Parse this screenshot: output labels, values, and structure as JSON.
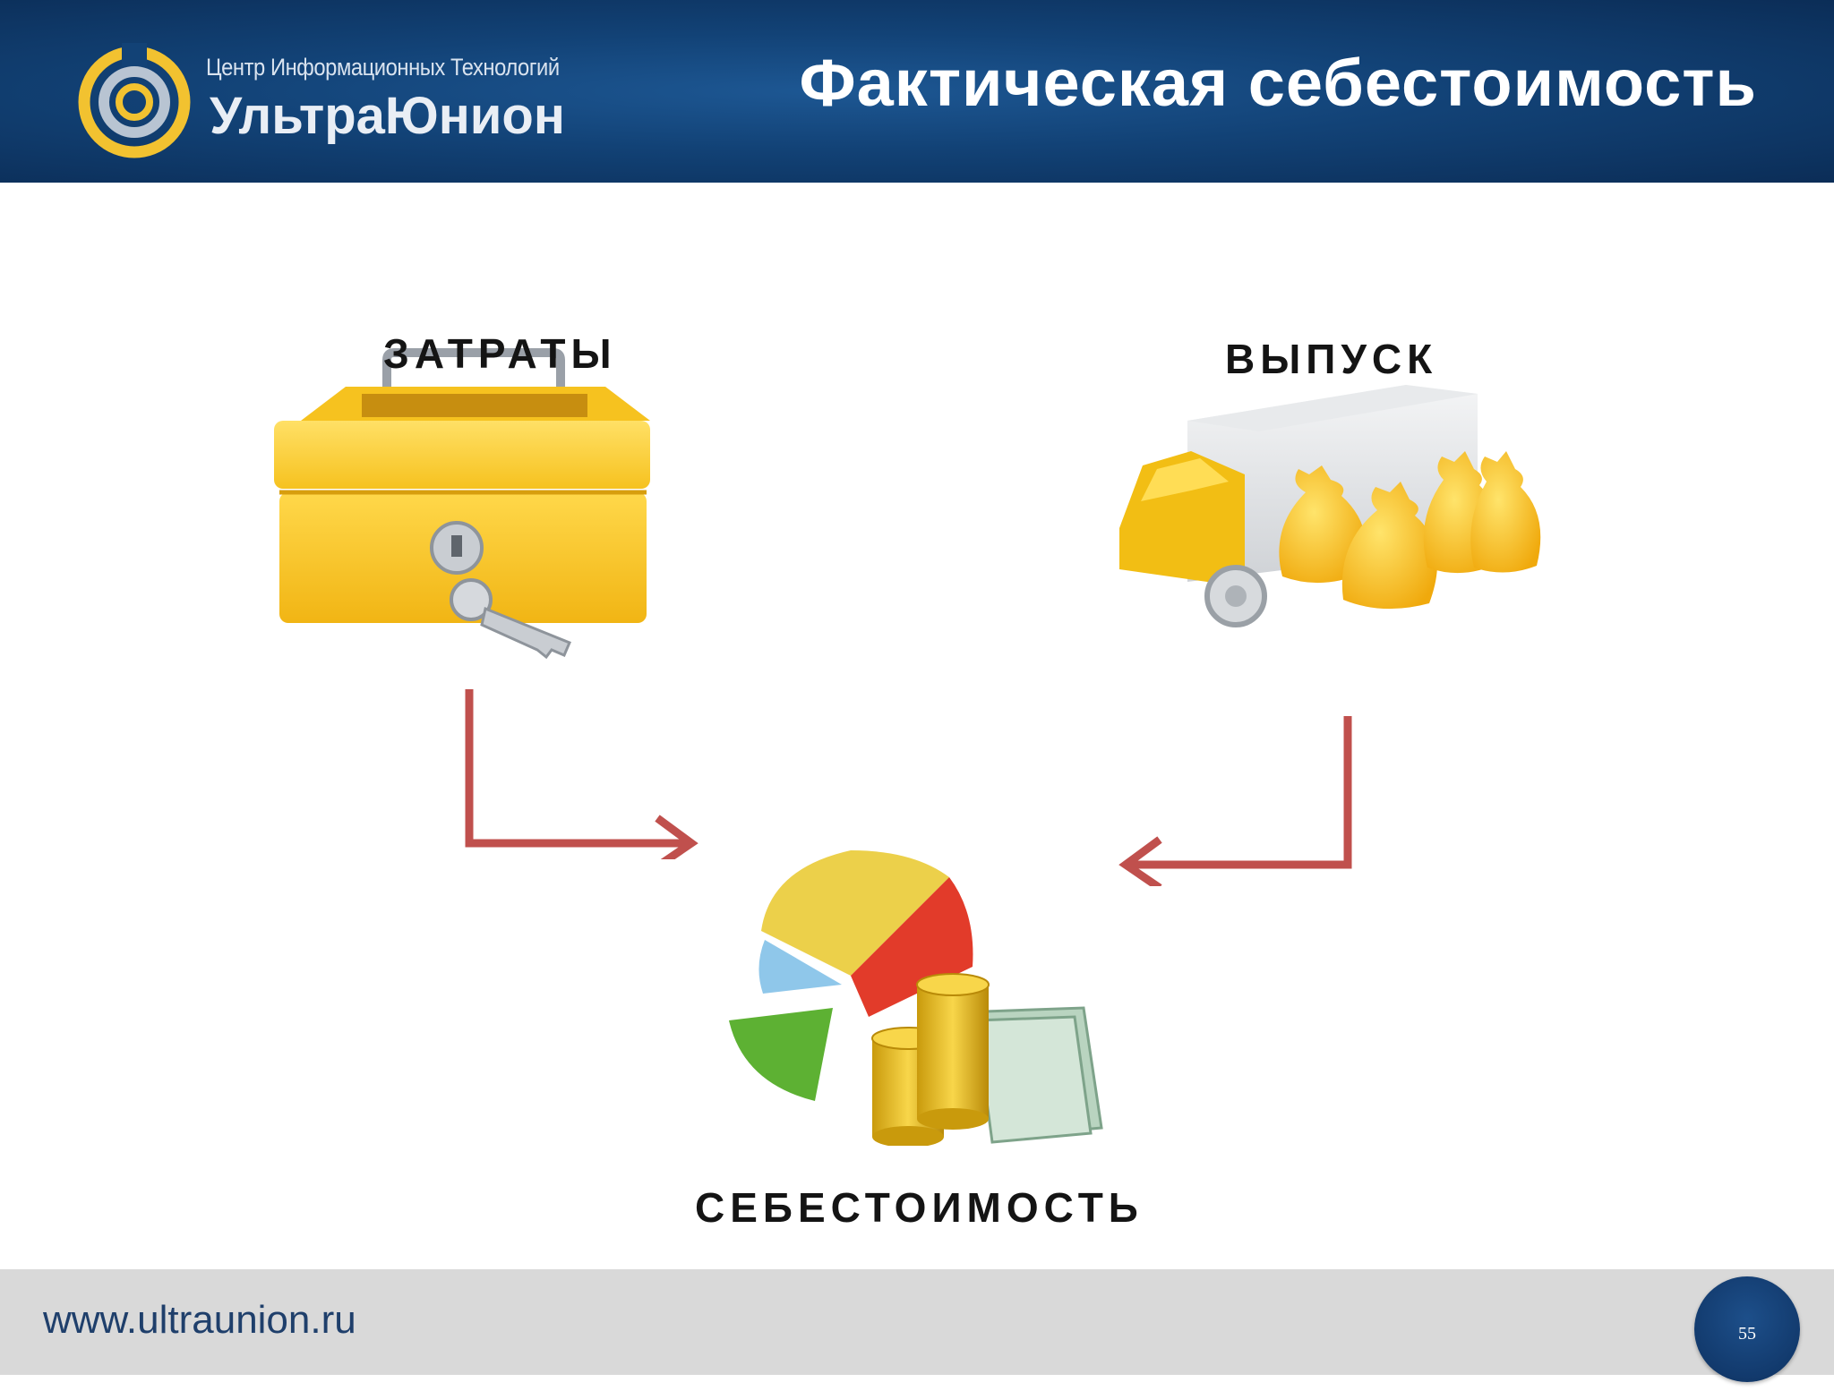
{
  "header": {
    "logo_subtitle": "Центр Информационных Технологий",
    "logo_name": "УльтраЮнион",
    "title": "Фактическая себестоимость"
  },
  "diagram": {
    "costs_label": "ЗАТРАТЫ",
    "output_label": "ВЫПУСК",
    "cost_price_label": "СЕБЕСТОИМОСТЬ",
    "arrow_color": "#c0504d",
    "icons": [
      "cashbox-icon",
      "truck-icon",
      "finance-icon"
    ]
  },
  "footer": {
    "website": "www.ultraunion.ru",
    "page_number": "55"
  },
  "colors": {
    "header_bg": "#124276",
    "logo_gold": "#f2c230",
    "footer_bg": "#d9d9d9"
  }
}
